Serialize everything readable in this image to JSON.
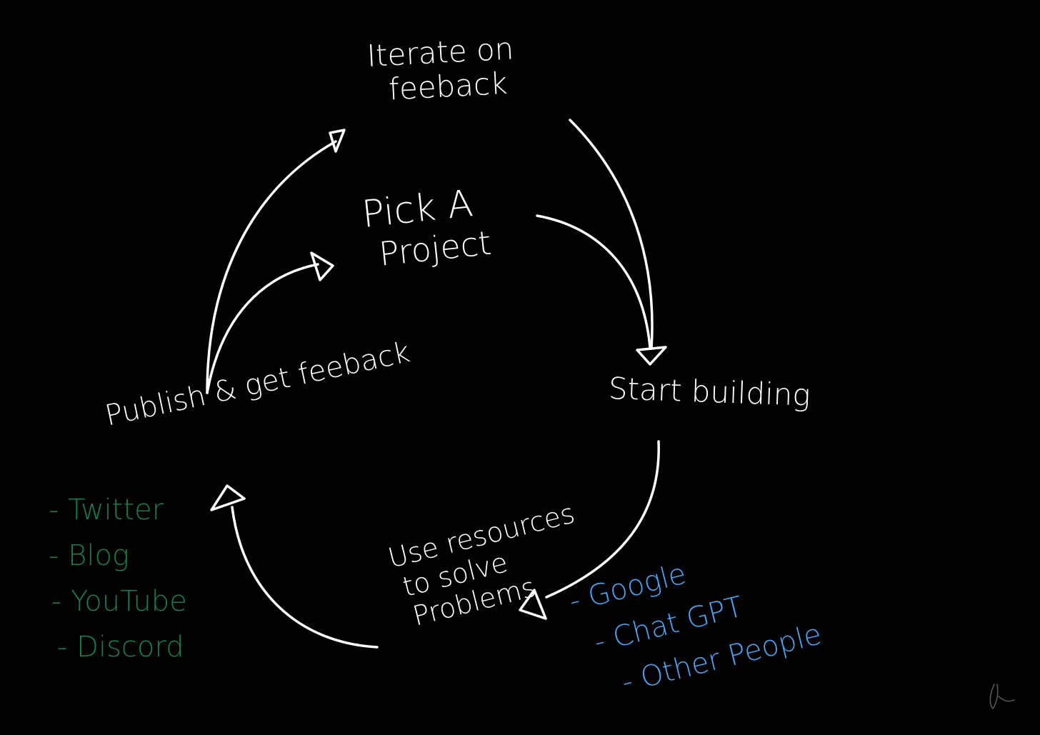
{
  "nodes": {
    "iterate": {
      "line1": "Iterate on",
      "line2": "feeback"
    },
    "pick": {
      "line1": "Pick A",
      "line2": "Project"
    },
    "start": {
      "line1": "Start building"
    },
    "publish": {
      "line1": "Publish & get feeback"
    },
    "resources": {
      "line1": "Use resources",
      "line2": "to solve",
      "line3": "Problems"
    }
  },
  "publish_channels": {
    "color": "#1a7a4c",
    "items": [
      "- Twitter",
      "- Blog",
      "- YouTube",
      "- Discord"
    ]
  },
  "resource_list": {
    "color": "#4fa3ef",
    "items": [
      "- Google",
      "- Chat GPT",
      "- Other People"
    ]
  },
  "colors": {
    "background": "#000000",
    "ink": "#ffffff"
  }
}
